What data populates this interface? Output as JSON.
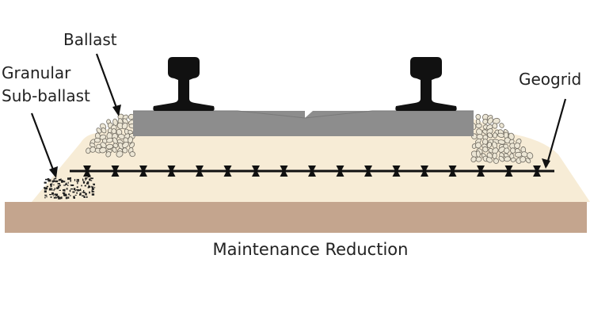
{
  "labels": {
    "ballast": "Ballast",
    "granular_line1": "Granular",
    "granular_line2": "Sub-ballast",
    "geogrid": "Geogrid",
    "caption": "Maintenance Reduction"
  },
  "colors": {
    "subgrade": "#c4a58e",
    "embankment": "#f7ecd6",
    "sleeper": "#8d8d8d",
    "rail": "#111111",
    "geogrid": "#111111",
    "ballast_stone": "#ece6d5",
    "ballast_outline": "#6f6a60",
    "subballast_speck": "#222222",
    "text": "#222222"
  },
  "icons": {
    "rail": "rail-profile-icon",
    "geogrid_node": "geogrid-node-icon"
  }
}
